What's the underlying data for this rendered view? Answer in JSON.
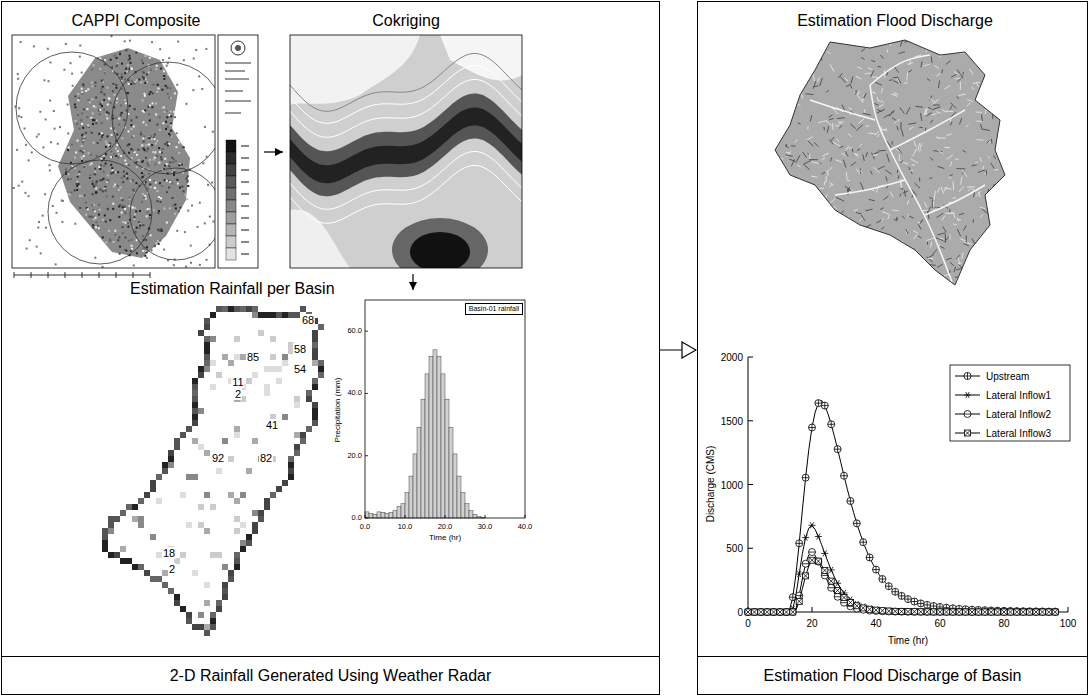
{
  "diagram": {
    "nodes": [
      {
        "text": [
          "2-D Rainfall Generated Using Weather Radar"
        ]
      },
      {
        "text": [
          "CAPPI Composite"
        ],
        "in": 0
      },
      {
        "text": [
          "Cokriging"
        ],
        "in": 0
      },
      {
        "text": [
          "Estimation Rainfall per Basin"
        ],
        "in": 0
      },
      {
        "text": [
          "Basin-01 rainfall"
        ],
        "in": 3
      },
      {
        "text": [
          "Estimation Flood Discharge of Basin"
        ]
      },
      {
        "text": [
          "Estimation Flood Discharge"
        ],
        "in": 5
      }
    ],
    "edges": [
      {
        "from": 1,
        "to": 2,
        "arrow": "to"
      },
      {
        "from": 2,
        "to": 4,
        "arrow": "to"
      },
      {
        "from": 0,
        "to": 5,
        "arrow": "to"
      }
    ],
    "labels": [
      "68",
      "85",
      "58",
      "54",
      "11",
      "2",
      "41",
      "92",
      "82",
      "18",
      "2",
      "Precipitation (mm)",
      "Time (hr)",
      "0.0",
      "10.0",
      "20.0",
      "30.0",
      "40.0",
      "0.0",
      "20.0",
      "40.0",
      "60.0",
      "Discharge (CMS)",
      "Time (hr)",
      "0",
      "500",
      "1000",
      "1500",
      "2000",
      "0",
      "20",
      "40",
      "60",
      "80",
      "100"
    ],
    "legend": [
      {
        "text": "Upstream"
      },
      {
        "text": "Lateral Inflow1"
      },
      {
        "text": "Lateral Inflow2"
      },
      {
        "text": "Lateral Inflow3"
      }
    ]
  }
}
